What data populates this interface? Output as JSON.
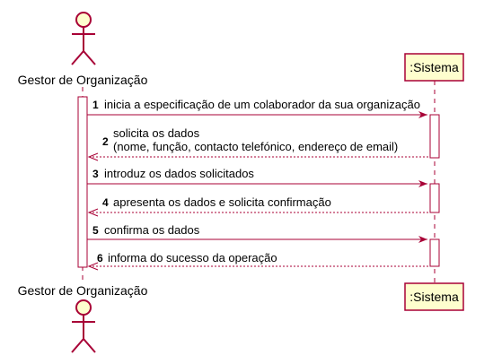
{
  "participants": {
    "actor": {
      "name": "Gestor de Organização",
      "icon": "actor-stick-figure-icon"
    },
    "system": {
      "name": ":Sistema"
    }
  },
  "colors": {
    "arrow": "#A80036",
    "box_fill": "#FEFECE",
    "box_stroke": "#A80036",
    "lifeline": "#A80036",
    "activation_fill": "#FFFFFF"
  },
  "messages": [
    {
      "num": "1",
      "lines": [
        "inicia a especificação de um colaborador da sua organização"
      ],
      "direction": "to-system",
      "style": "solid"
    },
    {
      "num": "2",
      "lines": [
        "solicita os dados",
        "(nome, função, contacto telefónico, endereço de email)"
      ],
      "direction": "to-actor",
      "style": "dashed"
    },
    {
      "num": "3",
      "lines": [
        "introduz os dados solicitados"
      ],
      "direction": "to-system",
      "style": "solid"
    },
    {
      "num": "4",
      "lines": [
        "apresenta os dados e solicita confirmação"
      ],
      "direction": "to-actor",
      "style": "dashed"
    },
    {
      "num": "5",
      "lines": [
        "confirma os dados"
      ],
      "direction": "to-system",
      "style": "solid"
    },
    {
      "num": "6",
      "lines": [
        "informa do sucesso da operação"
      ],
      "direction": "to-actor",
      "style": "dashed"
    }
  ]
}
